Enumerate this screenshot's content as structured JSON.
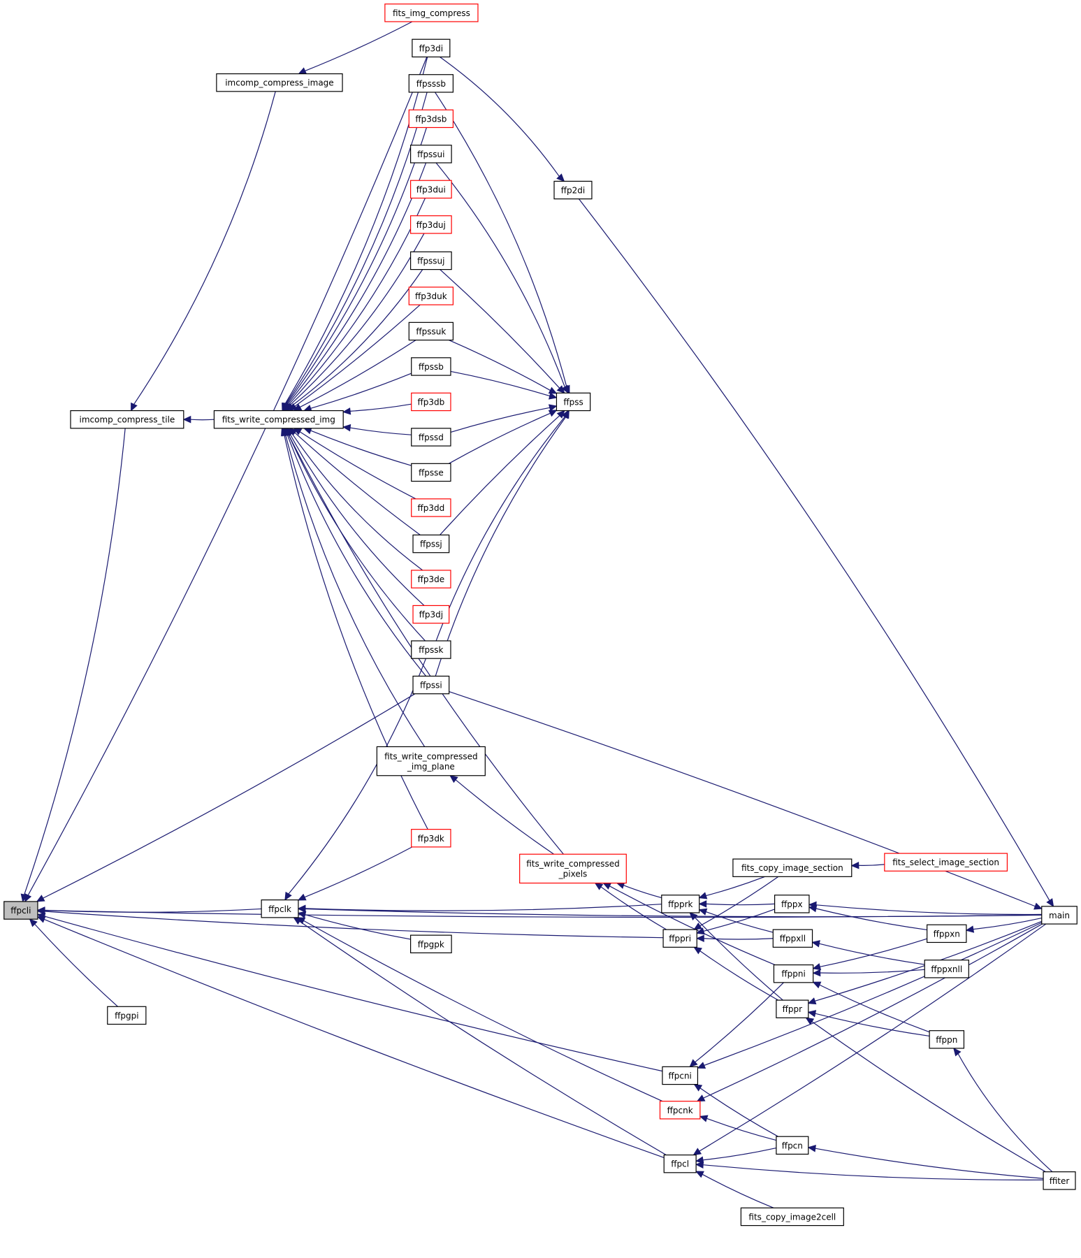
{
  "nodes": [
    {
      "id": "ffpcli",
      "label": "ffpcli",
      "highlight": true
    },
    {
      "id": "fits_img_compress",
      "label": "fits_img_compress",
      "red": true
    },
    {
      "id": "imcomp_compress_image",
      "label": "imcomp_compress_image"
    },
    {
      "id": "imcomp_compress_tile",
      "label": "imcomp_compress_tile"
    },
    {
      "id": "fits_write_compressed_img",
      "label": "fits_write_compressed_img"
    },
    {
      "id": "ffp3di",
      "label": "ffp3di"
    },
    {
      "id": "ffpsssb",
      "label": "ffpsssb"
    },
    {
      "id": "ffp3dsb",
      "label": "ffp3dsb",
      "red": true
    },
    {
      "id": "ffpssui",
      "label": "ffpssui"
    },
    {
      "id": "ffp3dui",
      "label": "ffp3dui",
      "red": true
    },
    {
      "id": "ffp3duj",
      "label": "ffp3duj",
      "red": true
    },
    {
      "id": "ffpssuj",
      "label": "ffpssuj"
    },
    {
      "id": "ffp3duk",
      "label": "ffp3duk",
      "red": true
    },
    {
      "id": "ffpssuk",
      "label": "ffpssuk"
    },
    {
      "id": "ffpssb",
      "label": "ffpssb"
    },
    {
      "id": "ffp3db",
      "label": "ffp3db",
      "red": true
    },
    {
      "id": "ffpssd",
      "label": "ffpssd"
    },
    {
      "id": "ffpsse",
      "label": "ffpsse"
    },
    {
      "id": "ffp3dd",
      "label": "ffp3dd",
      "red": true
    },
    {
      "id": "ffpssj",
      "label": "ffpssj"
    },
    {
      "id": "ffp3de",
      "label": "ffp3de",
      "red": true
    },
    {
      "id": "ffp3dj",
      "label": "ffp3dj",
      "red": true
    },
    {
      "id": "ffpssk",
      "label": "ffpssk"
    },
    {
      "id": "ffpssi",
      "label": "ffpssi"
    },
    {
      "id": "ffp2di",
      "label": "ffp2di"
    },
    {
      "id": "ffpss",
      "label": "ffpss"
    },
    {
      "id": "fits_write_compressed_img_plane",
      "label": "fits_write_compressed\n_img_plane"
    },
    {
      "id": "ffp3dk",
      "label": "ffp3dk",
      "red": true
    },
    {
      "id": "fits_write_compressed_pixels",
      "label": "fits_write_compressed\n_pixels",
      "red": true
    },
    {
      "id": "ffpclk",
      "label": "ffpclk"
    },
    {
      "id": "ffpgpk",
      "label": "ffpgpk"
    },
    {
      "id": "ffpgpi",
      "label": "ffpgpi"
    },
    {
      "id": "ffpprk",
      "label": "ffpprk"
    },
    {
      "id": "ffppri",
      "label": "ffppri"
    },
    {
      "id": "fits_copy_image_section",
      "label": "fits_copy_image_section"
    },
    {
      "id": "fits_select_image_section",
      "label": "fits_select_image_section",
      "red": true
    },
    {
      "id": "ffppx",
      "label": "ffppx"
    },
    {
      "id": "ffppxll",
      "label": "ffppxll"
    },
    {
      "id": "ffppni",
      "label": "ffppni"
    },
    {
      "id": "ffppr",
      "label": "ffppr"
    },
    {
      "id": "ffppxn",
      "label": "ffppxn"
    },
    {
      "id": "ffppxnll",
      "label": "ffppxnll"
    },
    {
      "id": "ffppn",
      "label": "ffppn"
    },
    {
      "id": "main",
      "label": "main"
    },
    {
      "id": "ffpcni",
      "label": "ffpcni"
    },
    {
      "id": "ffpcnk",
      "label": "ffpcnk",
      "red": true
    },
    {
      "id": "ffpcl",
      "label": "ffpcl"
    },
    {
      "id": "ffpcn",
      "label": "ffpcn"
    },
    {
      "id": "ffiter",
      "label": "ffiter"
    },
    {
      "id": "fits_copy_image2cell",
      "label": "fits_copy_image2cell"
    }
  ],
  "edges": [
    [
      "imcomp_compress_image",
      "fits_img_compress"
    ],
    [
      "imcomp_compress_tile",
      "imcomp_compress_image"
    ],
    [
      "imcomp_compress_tile",
      "fits_write_compressed_img"
    ],
    [
      "ffp2di",
      "ffp3di"
    ],
    [
      "main",
      "ffp2di"
    ],
    [
      "ffpss",
      "ffpsssb"
    ],
    [
      "ffpss",
      "ffpssui"
    ],
    [
      "ffpss",
      "ffpssuj"
    ],
    [
      "ffpss",
      "ffpssuk"
    ],
    [
      "ffpss",
      "ffpssb"
    ],
    [
      "ffpss",
      "ffpssd"
    ],
    [
      "ffpss",
      "ffpsse"
    ],
    [
      "ffpss",
      "ffpssj"
    ],
    [
      "ffpss",
      "ffpssk"
    ],
    [
      "ffpss",
      "ffpssi"
    ],
    [
      "main",
      "ffpssi"
    ],
    [
      "fits_write_compressed_img",
      "ffp3di"
    ],
    [
      "fits_write_compressed_img",
      "ffpsssb"
    ],
    [
      "fits_write_compressed_img",
      "ffp3dsb"
    ],
    [
      "fits_write_compressed_img",
      "ffpssui"
    ],
    [
      "fits_write_compressed_img",
      "ffp3dui"
    ],
    [
      "fits_write_compressed_img",
      "ffp3duj"
    ],
    [
      "fits_write_compressed_img",
      "ffpssuj"
    ],
    [
      "fits_write_compressed_img",
      "ffp3duk"
    ],
    [
      "fits_write_compressed_img",
      "ffpssuk"
    ],
    [
      "fits_write_compressed_img",
      "ffpssb"
    ],
    [
      "fits_write_compressed_img",
      "ffp3db"
    ],
    [
      "fits_write_compressed_img",
      "ffpssd"
    ],
    [
      "fits_write_compressed_img",
      "ffpsse"
    ],
    [
      "fits_write_compressed_img",
      "ffp3dd"
    ],
    [
      "fits_write_compressed_img",
      "ffpssj"
    ],
    [
      "fits_write_compressed_img",
      "ffp3de"
    ],
    [
      "fits_write_compressed_img",
      "ffp3dj"
    ],
    [
      "fits_write_compressed_img",
      "ffpssk"
    ],
    [
      "fits_write_compressed_img",
      "ffpssi"
    ],
    [
      "fits_write_compressed_img",
      "fits_write_compressed_img_plane"
    ],
    [
      "fits_write_compressed_img",
      "ffp3dk"
    ],
    [
      "fits_write_compressed_img",
      "fits_write_compressed_pixels"
    ],
    [
      "fits_write_compressed_img_plane",
      "fits_write_compressed_pixels"
    ],
    [
      "fits_write_compressed_pixels",
      "ffpprk"
    ],
    [
      "fits_write_compressed_pixels",
      "ffppri"
    ],
    [
      "fits_write_compressed_pixels",
      "ffppni"
    ],
    [
      "ffpcli",
      "ffp3di"
    ],
    [
      "ffpcli",
      "imcomp_compress_tile"
    ],
    [
      "ffpcli",
      "ffpssi"
    ],
    [
      "ffpcli",
      "main"
    ],
    [
      "ffpcli",
      "ffpclk"
    ],
    [
      "ffpcli",
      "ffppri"
    ],
    [
      "ffpcli",
      "ffpgpi"
    ],
    [
      "ffpcli",
      "ffpcni"
    ],
    [
      "ffpcli",
      "ffpcl"
    ],
    [
      "ffpclk",
      "ffpssk"
    ],
    [
      "ffpclk",
      "ffp3dk"
    ],
    [
      "ffpclk",
      "main"
    ],
    [
      "ffpclk",
      "ffpprk"
    ],
    [
      "ffpclk",
      "ffpgpk"
    ],
    [
      "ffpclk",
      "ffpcnk"
    ],
    [
      "ffpclk",
      "ffpcl"
    ],
    [
      "ffpprk",
      "fits_copy_image_section"
    ],
    [
      "ffpprk",
      "ffppx"
    ],
    [
      "ffpprk",
      "ffppxll"
    ],
    [
      "ffpprk",
      "ffppr"
    ],
    [
      "ffppri",
      "fits_copy_image_section"
    ],
    [
      "ffppri",
      "ffppx"
    ],
    [
      "ffppri",
      "ffppxll"
    ],
    [
      "ffppri",
      "ffppr"
    ],
    [
      "fits_copy_image_section",
      "fits_select_image_section"
    ],
    [
      "ffppx",
      "main"
    ],
    [
      "ffppx",
      "ffppxn"
    ],
    [
      "ffppxll",
      "ffppxnll"
    ],
    [
      "ffppni",
      "ffppxn"
    ],
    [
      "ffppni",
      "ffppxnll"
    ],
    [
      "ffppni",
      "ffppn"
    ],
    [
      "ffppr",
      "main"
    ],
    [
      "ffppr",
      "ffppn"
    ],
    [
      "ffppr",
      "ffiter"
    ],
    [
      "ffppxn",
      "main"
    ],
    [
      "ffppn",
      "ffiter"
    ],
    [
      "ffpcni",
      "ffppni"
    ],
    [
      "ffpcni",
      "main"
    ],
    [
      "ffpcni",
      "ffpcn"
    ],
    [
      "ffpcnk",
      "main"
    ],
    [
      "ffpcnk",
      "ffpcn"
    ],
    [
      "ffpcl",
      "ffpcn"
    ],
    [
      "ffpcl",
      "main"
    ],
    [
      "ffpcl",
      "fits_copy_image2cell"
    ],
    [
      "ffpcl",
      "ffiter"
    ],
    [
      "ffpcn",
      "ffiter"
    ]
  ]
}
